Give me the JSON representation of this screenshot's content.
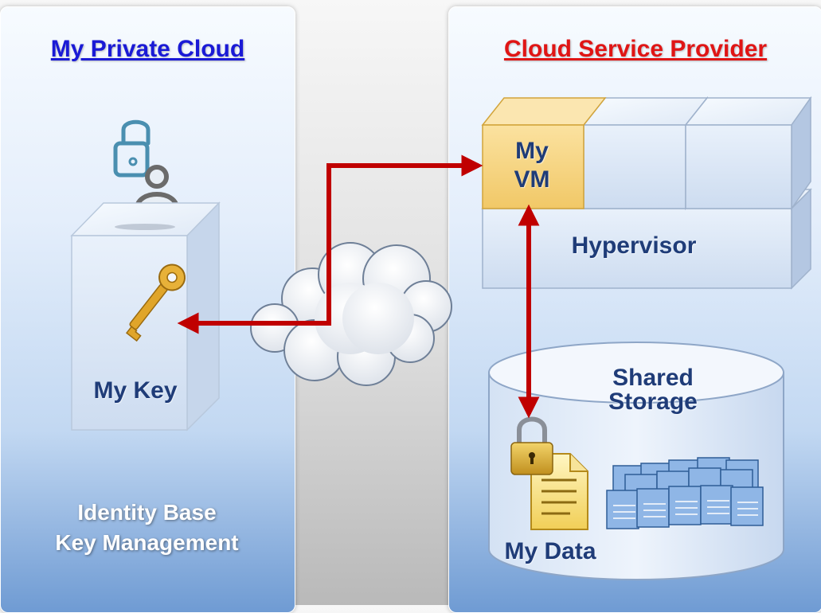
{
  "left_panel": {
    "title": "My Private Cloud",
    "key_label": "My Key",
    "caption_line1": "Identity Base",
    "caption_line2": "Key Management"
  },
  "right_panel": {
    "title": "Cloud Service Provider",
    "vm_label_line1": "My",
    "vm_label_line2": "VM",
    "hypervisor_label": "Hypervisor",
    "storage_label_line1": "Shared",
    "storage_label_line2": "Storage",
    "data_label": "My Data"
  },
  "colors": {
    "arrow": "#c00000",
    "private_title": "#1a1ad6",
    "provider_title": "#e01515",
    "vm_box": "#f6d27a",
    "box": "#dce8f7"
  },
  "icons": [
    "lock-person-icon",
    "key-icon",
    "cloud-icon",
    "padlock-icon",
    "document-icon",
    "document-stack-icon"
  ]
}
